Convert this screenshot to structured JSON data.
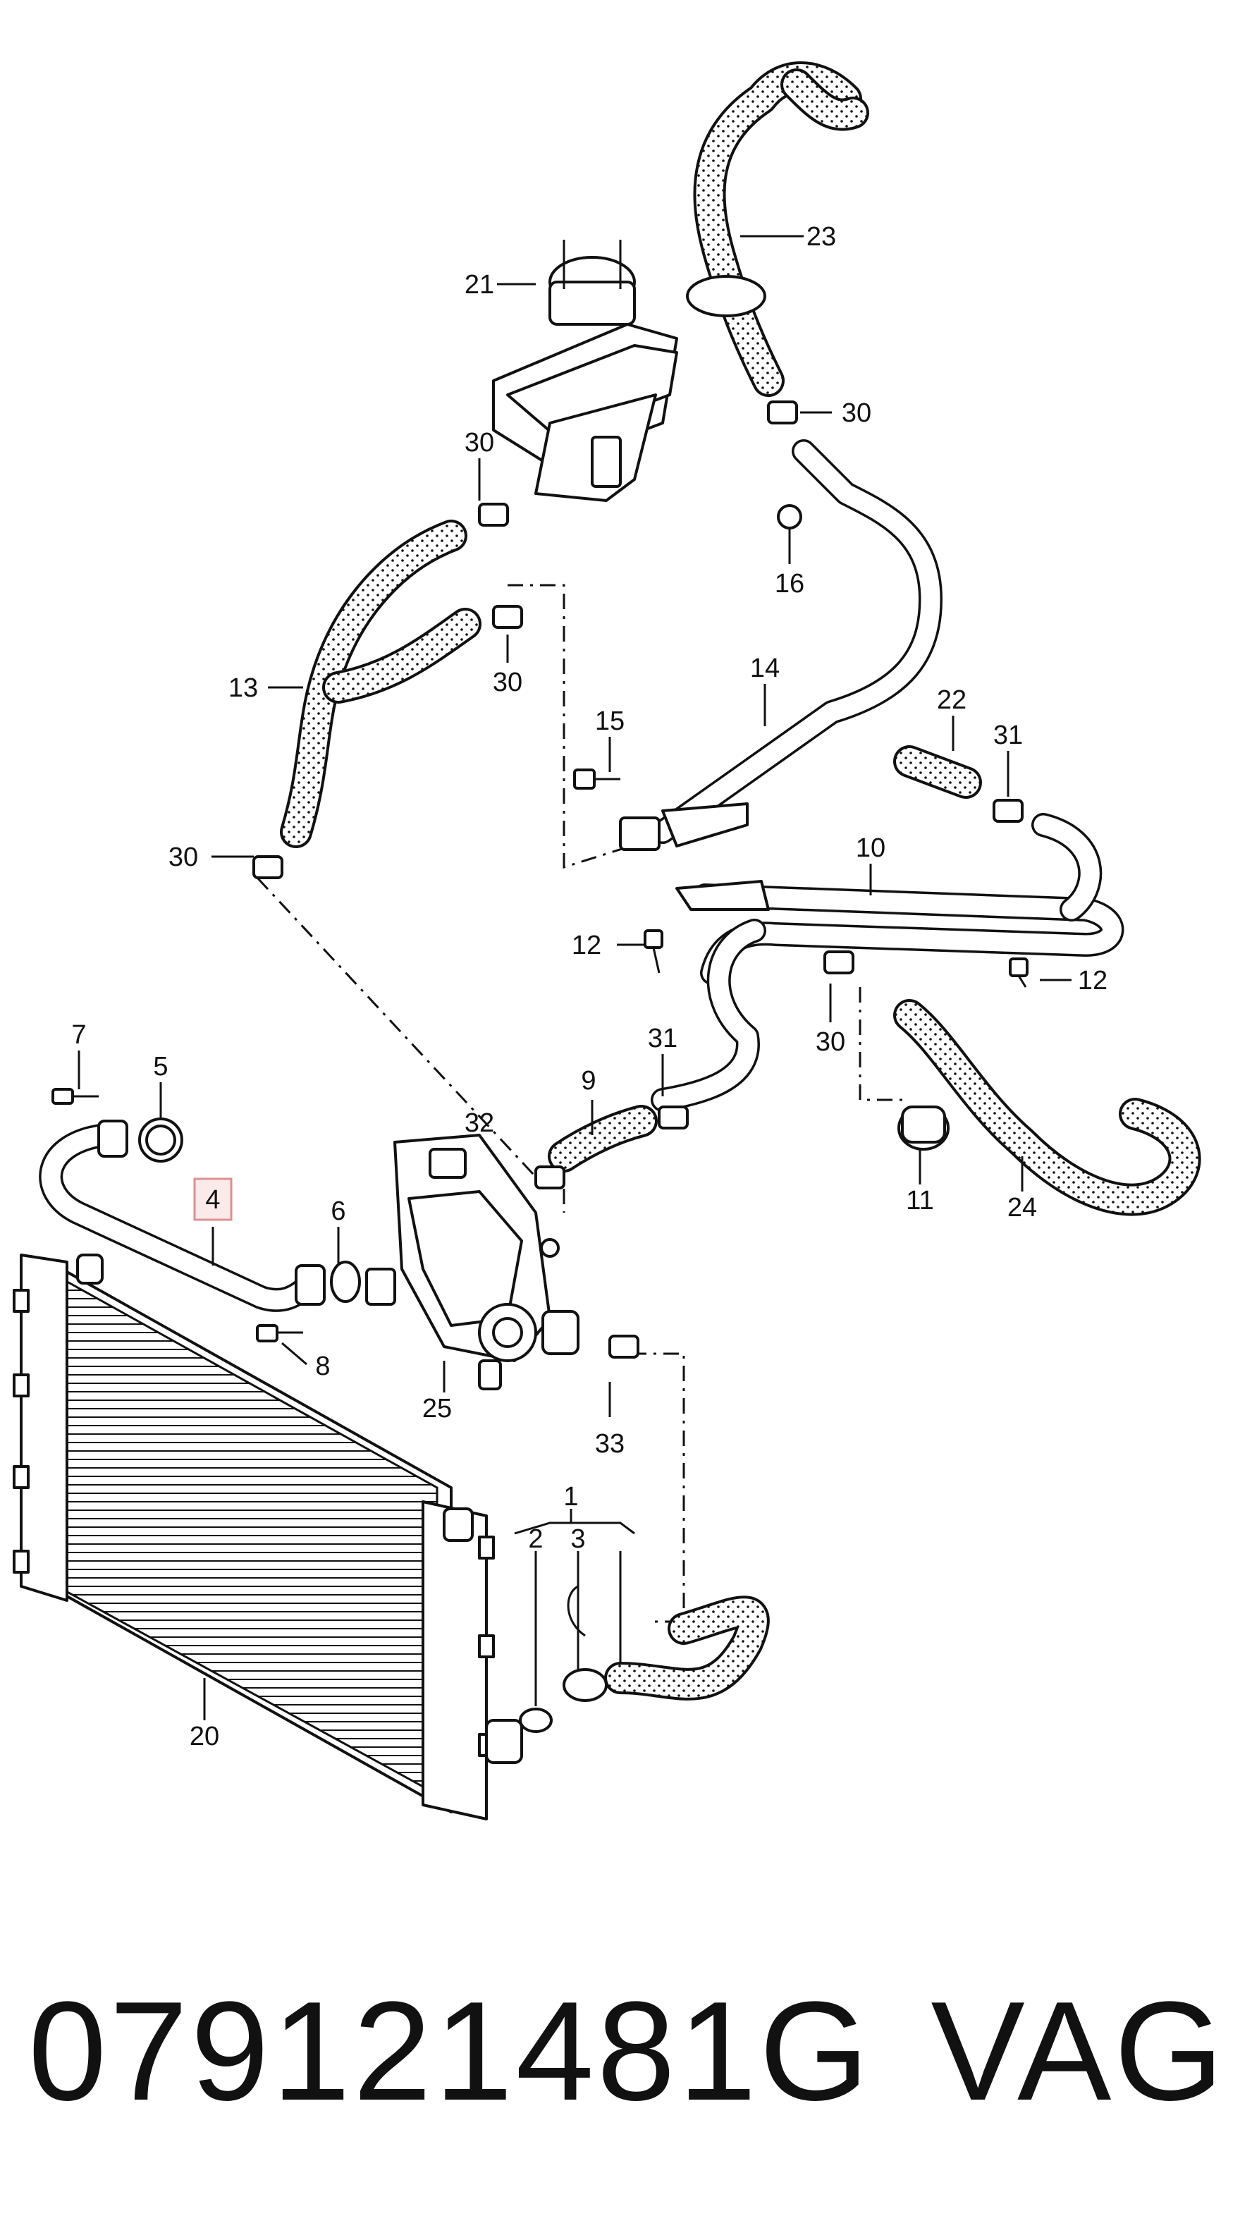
{
  "diagram": {
    "callouts": [
      "1",
      "2",
      "3",
      "4",
      "5",
      "6",
      "7",
      "8",
      "9",
      "10",
      "11",
      "12",
      "12",
      "13",
      "14",
      "15",
      "16",
      "20",
      "21",
      "22",
      "23",
      "24",
      "25",
      "30",
      "30",
      "30",
      "30",
      "30",
      "31",
      "31",
      "32",
      "33"
    ],
    "highlighted_callout": "4"
  },
  "footer": {
    "part_number": "079121481G",
    "brand": "VAG"
  }
}
